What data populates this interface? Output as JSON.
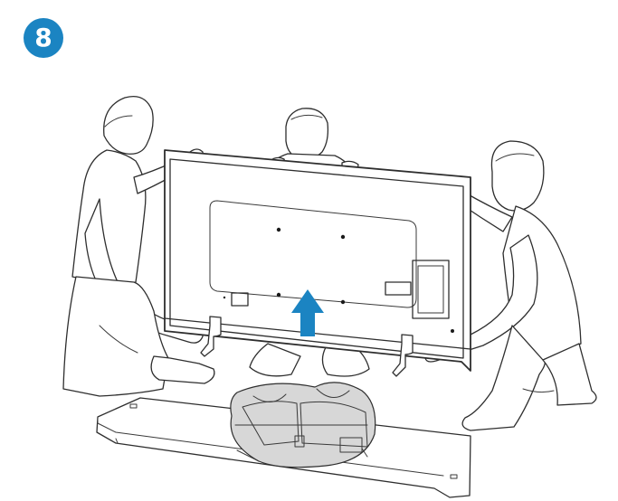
{
  "step": {
    "number": "8",
    "badge_color": "#1b84c2"
  },
  "illustration": {
    "arrow_color": "#1b84c2",
    "icons": [
      "person-left",
      "person-center",
      "person-right",
      "tv-rear-panel",
      "lift-arrow",
      "stand-feet",
      "packing-foam-tray",
      "cardboard-sheet"
    ]
  }
}
